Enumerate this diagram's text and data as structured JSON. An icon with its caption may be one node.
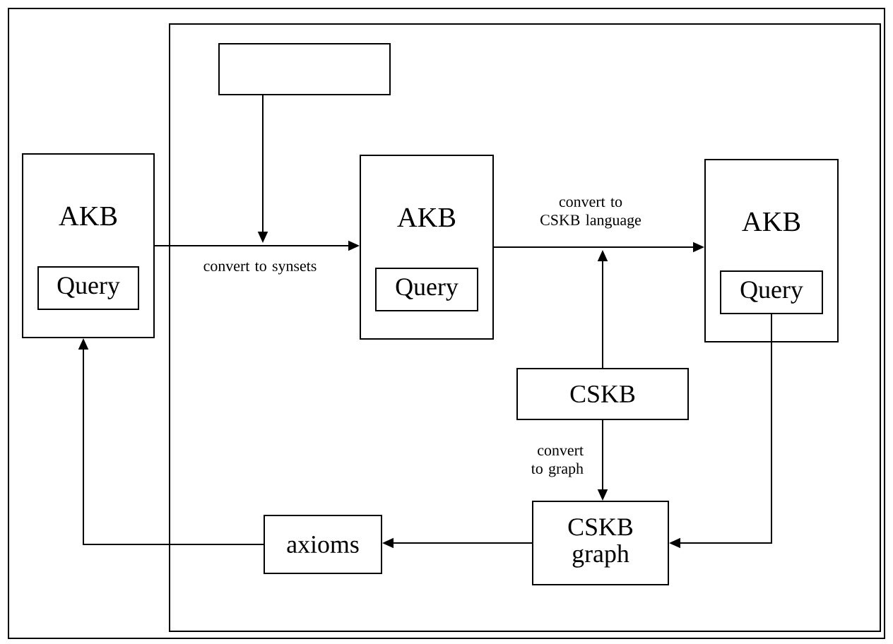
{
  "diagram": {
    "nodes": [
      {
        "text": [],
        "shape": "box"
      },
      {
        "text": [],
        "shape": "box",
        "in": 0
      },
      {
        "text": [
          "AKB"
        ]
      },
      {
        "text": [
          "Query"
        ],
        "in": 2
      },
      {
        "text": [
          "AKB"
        ],
        "in": 0
      },
      {
        "text": [
          "Query"
        ],
        "in": 4
      },
      {
        "text": [
          "AKB"
        ],
        "in": 0
      },
      {
        "text": [
          "Query"
        ],
        "in": 6
      },
      {
        "text": [
          "CSKB"
        ],
        "in": 0
      },
      {
        "text": [
          "CSKB graph"
        ],
        "in": 0
      },
      {
        "text": [
          "axioms"
        ],
        "in": 0
      }
    ],
    "edges": [
      {
        "from": 2,
        "to": 4,
        "arrow": "to",
        "label": "convert to synsets"
      },
      {
        "from": 4,
        "to": 6,
        "arrow": "to",
        "label": "convert to CSKB language"
      },
      {
        "from": 1,
        "to": null,
        "arrow": "to"
      },
      {
        "from": 8,
        "to": null,
        "arrow": "to"
      },
      {
        "from": 8,
        "to": 9,
        "arrow": "to",
        "label": "convert to graph"
      },
      {
        "from": 7,
        "to": 9,
        "arrow": "to"
      },
      {
        "from": 9,
        "to": 10,
        "arrow": "to"
      },
      {
        "from": 10,
        "to": 2,
        "arrow": "to"
      }
    ]
  }
}
